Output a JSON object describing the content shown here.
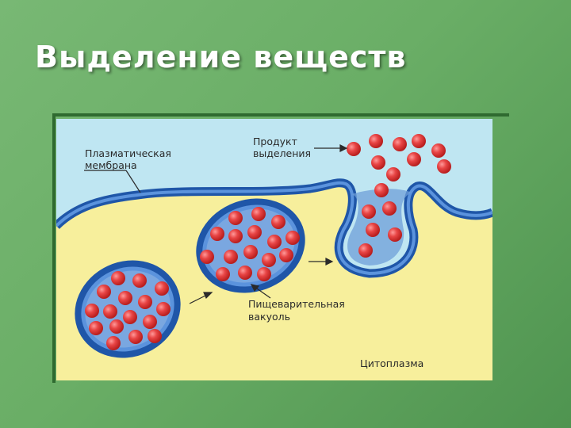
{
  "slide": {
    "title": "Выделение веществ"
  },
  "diagram": {
    "labels": {
      "plasma_membrane_line1": "Плазматическая",
      "plasma_membrane_line2": "мембрана",
      "product_line1": "Продукт",
      "product_line2": "выделения",
      "vacuole_line1": "Пищеварительная",
      "vacuole_line2": "вакуоль",
      "cytoplasm": "Цитоплазма"
    },
    "colors": {
      "background_slide": "#6aae66",
      "exterior": "#bfe6f2",
      "cytoplasm": "#f7ef9c",
      "membrane_outer": "#1f56a8",
      "membrane_inner": "#4f88d6",
      "vacuole_fill": "#6f9fd8",
      "particle": "#e23c3c",
      "text": "#2a2a2a"
    }
  }
}
